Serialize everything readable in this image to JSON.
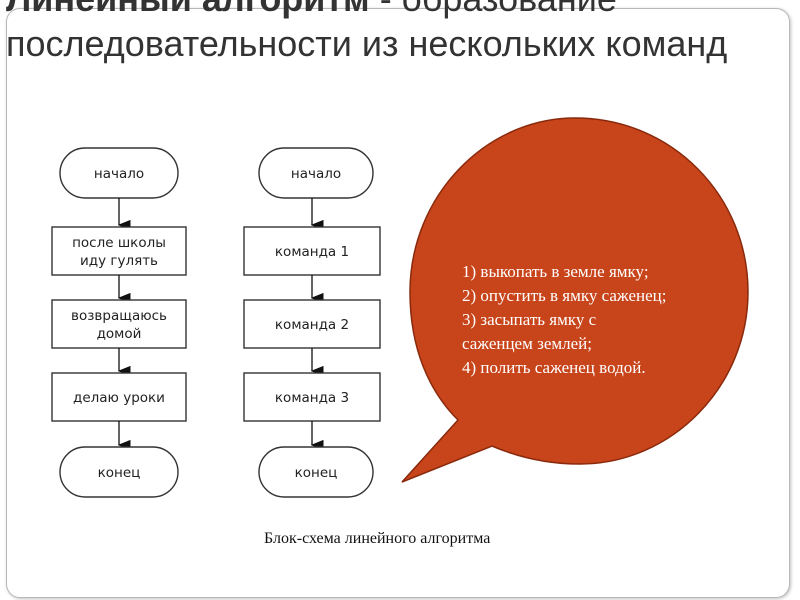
{
  "title": {
    "bold": "Линейный алгоритм",
    "rest": " - образование последовательности из нескольких команд"
  },
  "flowchart_left": {
    "start": "начало",
    "steps": [
      [
        "после школы",
        "иду гулять"
      ],
      [
        "возвращаюсь",
        "домой"
      ],
      [
        "делаю уроки"
      ]
    ],
    "end": "конец"
  },
  "flowchart_right": {
    "start": "начало",
    "steps": [
      [
        "команда 1"
      ],
      [
        "команда 2"
      ],
      [
        "команда 3"
      ]
    ],
    "end": "конец"
  },
  "callout": {
    "lines": [
      "1) выкопать в земле ямку;",
      "2) опустить в ямку саженец;",
      "3) засыпать ямку с",
      "саженцем землей;",
      "4) полить саженец водой."
    ]
  },
  "caption": "Блок-схема линейного алгоритма",
  "colors": {
    "callout_fill": "#c8441b",
    "callout_border": "#8a2a0c",
    "node_border": "#333333",
    "arrow": "#111111"
  }
}
